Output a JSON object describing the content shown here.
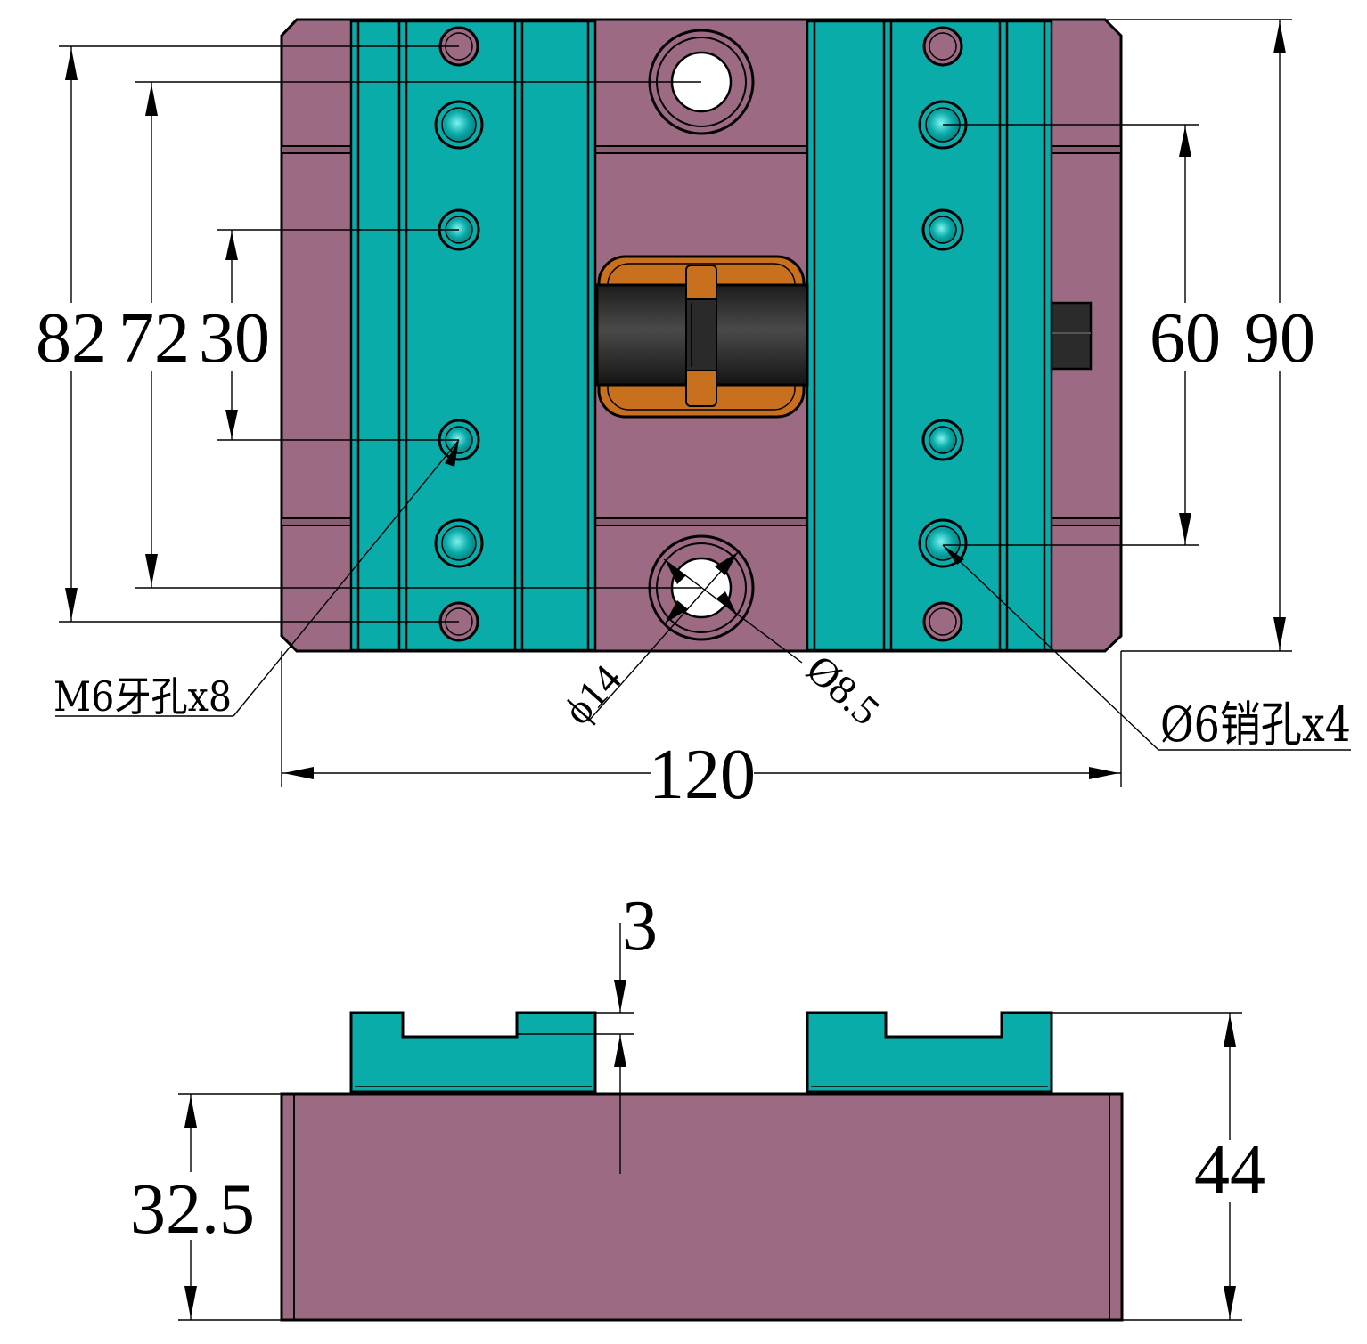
{
  "colors": {
    "base": "#9c6a82",
    "rail": "#0aacaa",
    "orange": "#c8701e",
    "dark": "#2b2b2b",
    "outline": "#000000",
    "background": "#ffffff"
  },
  "top_view": {
    "dimensions": {
      "d82": "82",
      "d72": "72",
      "d30": "30",
      "d60": "60",
      "d90": "90",
      "d120": "120",
      "dia14": "ϕ14",
      "dia8_5": "Ø8.5"
    },
    "notes": {
      "m6": "M6牙孔x8",
      "pin": "Ø6销孔x4"
    }
  },
  "side_view": {
    "dimensions": {
      "d3": "3",
      "d32_5": "32.5",
      "d44": "44"
    }
  }
}
